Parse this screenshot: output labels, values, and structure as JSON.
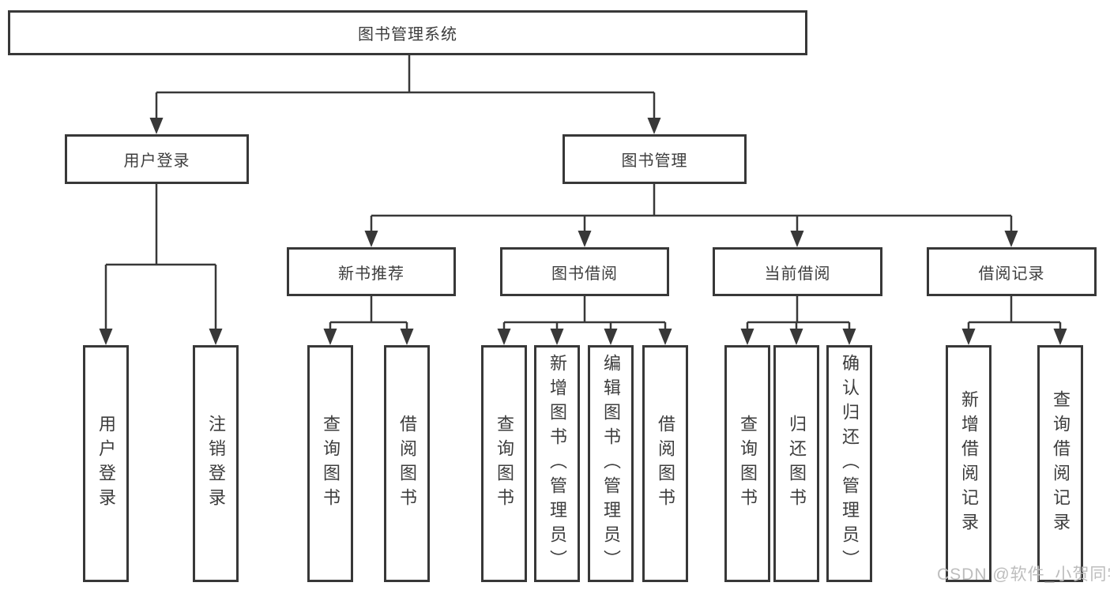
{
  "diagram_type": "hierarchy-tree",
  "tree": {
    "root": {
      "label": "图书管理系统",
      "children": [
        {
          "label": "用户登录",
          "children": [
            {
              "label": "用户登录"
            },
            {
              "label": "注销登录"
            }
          ]
        },
        {
          "label": "图书管理",
          "children": [
            {
              "label": "新书推荐",
              "children": [
                {
                  "label": "查询图书"
                },
                {
                  "label": "借阅图书"
                }
              ]
            },
            {
              "label": "图书借阅",
              "children": [
                {
                  "label": "查询图书"
                },
                {
                  "label": "新增图书（管理员）"
                },
                {
                  "label": "编辑图书（管理员）"
                },
                {
                  "label": "借阅图书"
                }
              ]
            },
            {
              "label": "当前借阅",
              "children": [
                {
                  "label": "查询图书"
                },
                {
                  "label": "归还图书"
                },
                {
                  "label": "确认归还（管理员）"
                }
              ]
            },
            {
              "label": "借阅记录",
              "children": [
                {
                  "label": "新增借阅记录"
                },
                {
                  "label": "查询借阅记录"
                }
              ]
            }
          ]
        }
      ]
    }
  },
  "watermark": {
    "text": "CSDN @软件_小贺同学"
  },
  "colors": {
    "line": "#383838",
    "box_border": "#383838",
    "box_fill": "#ffffff",
    "text": "#3d3d3d",
    "watermark": "#bdbdbd",
    "background": "#ffffff"
  }
}
